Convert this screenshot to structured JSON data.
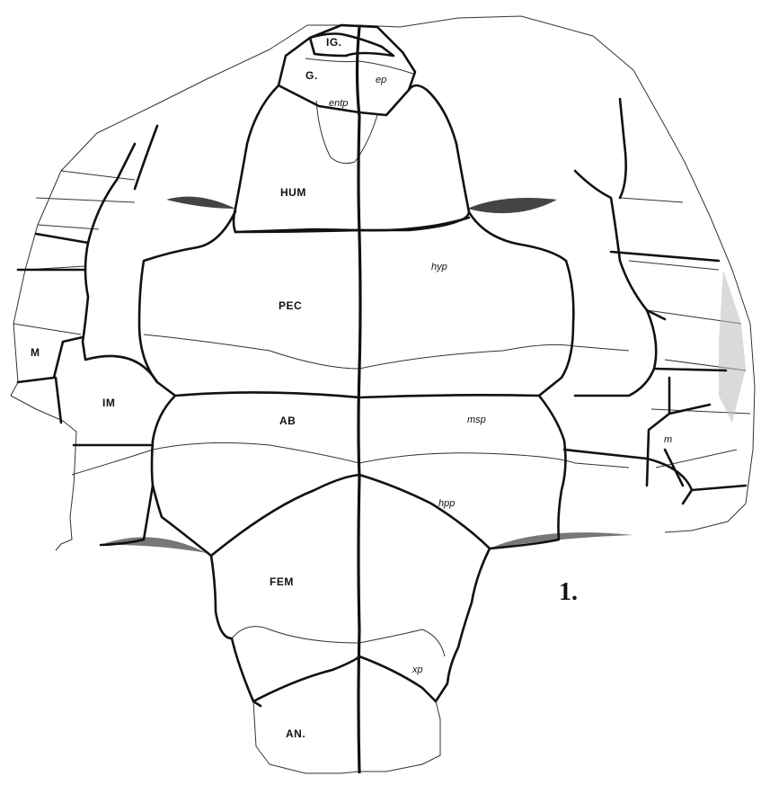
{
  "figure_number": "1.",
  "labels": {
    "ig": "IG.",
    "g": "G.",
    "ep": "ep",
    "entp": "entp",
    "hum": "HUM",
    "hyp": "hyp",
    "pec": "PEC",
    "m_left": "M",
    "im": "IM",
    "ab": "AB",
    "msp": "msp",
    "m_right": "m",
    "hpp": "hpp",
    "fem": "FEM",
    "xp": "xp",
    "an": "AN."
  }
}
